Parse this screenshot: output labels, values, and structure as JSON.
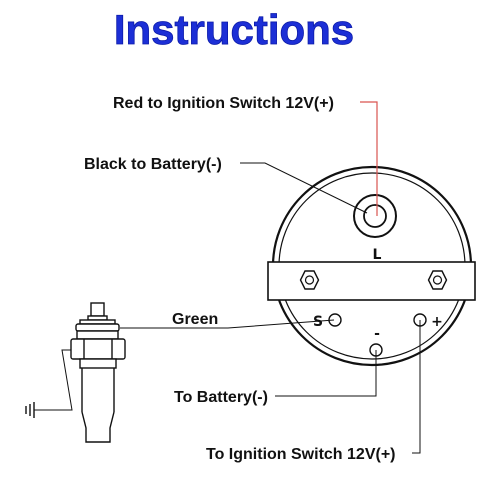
{
  "title": "Instructions",
  "labels": {
    "red_ignition": "Red to Ignition Switch 12V(+)",
    "black_battery": "Black to Battery(-)",
    "green": "Green",
    "to_battery": "To Battery(-)",
    "to_ignition": "To Ignition Switch 12V(+)"
  },
  "terminals": {
    "light": "L",
    "sender": "S",
    "negative": "-",
    "positive": "+"
  },
  "colors": {
    "title": "#1c2fd6",
    "red_wire": "#d9534f",
    "line": "#111111"
  }
}
